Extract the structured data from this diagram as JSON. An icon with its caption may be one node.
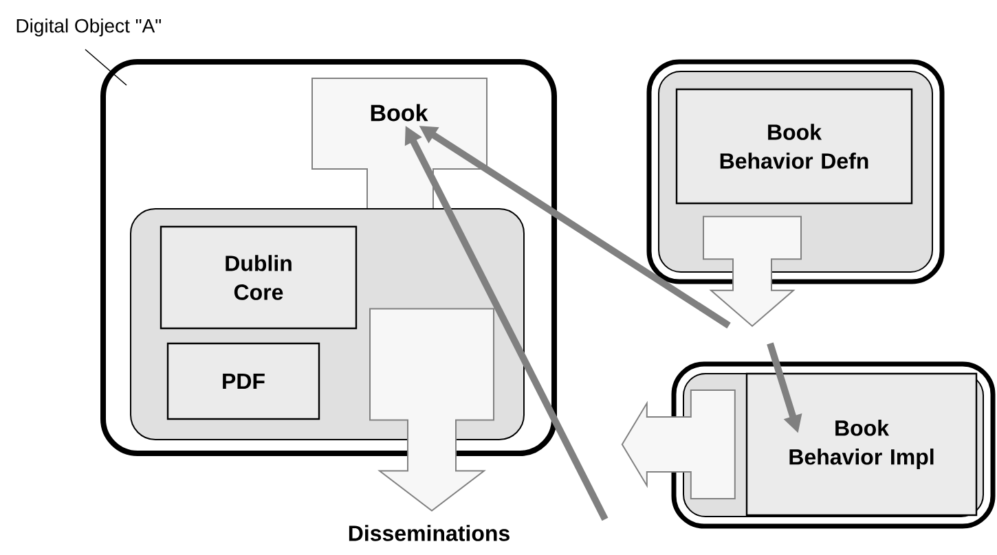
{
  "diagram": {
    "nodes": [
      {
        "text": [
          "Digital Object \"A\""
        ]
      },
      {
        "text": [
          "Book"
        ],
        "in": 0
      },
      {
        "text": [],
        "shape": "box",
        "in": 0
      },
      {
        "text": [
          "Dublin Core"
        ],
        "in": 2
      },
      {
        "text": [
          "PDF"
        ],
        "in": 2
      },
      {
        "text": [],
        "shape": "box"
      },
      {
        "text": [
          "Book Behavior Defn"
        ],
        "in": 5
      },
      {
        "text": [],
        "shape": "box"
      },
      {
        "text": [
          "Book Behavior Impl"
        ],
        "in": 7
      }
    ],
    "edges": [
      {
        "from": 6,
        "to": 8,
        "arrow": "to",
        "style": "thick"
      },
      {
        "from": 8,
        "to": null,
        "arrow": "to",
        "style": "thick"
      },
      {
        "from": 2,
        "to": null,
        "arrow": "to",
        "style": "thick"
      },
      {
        "from": null,
        "to": 1,
        "arrow": "to"
      },
      {
        "from": null,
        "to": 1,
        "arrow": "to"
      },
      {
        "from": null,
        "to": 8,
        "arrow": "to"
      }
    ],
    "labels": [
      "Disseminations"
    ]
  }
}
